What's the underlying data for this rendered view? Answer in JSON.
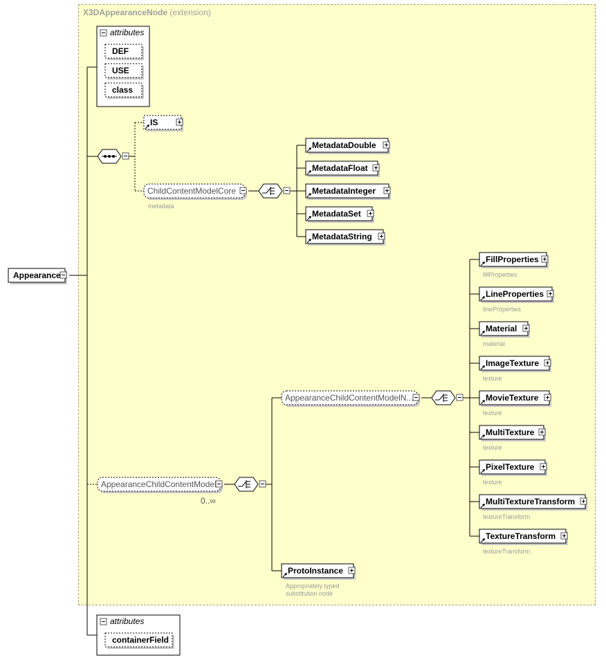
{
  "diagram": {
    "colors": {
      "extension_fill": "#ffffcc",
      "line": "#000000",
      "sublabel": "#9a9a9a",
      "box_fill": "#ffffff"
    },
    "extension": {
      "name": "X3DAppearanceNode",
      "suffix": "(extension)"
    },
    "root": {
      "name": "Appearance"
    },
    "attributes_top": {
      "title": "attributes",
      "items": [
        "DEF",
        "USE",
        "class"
      ]
    },
    "attributes_bottom": {
      "title": "attributes",
      "items": [
        "containerField"
      ]
    },
    "is_node": {
      "name": "IS"
    },
    "child_content_core": {
      "name": "ChildContentModelCore",
      "sublabel": "metadata"
    },
    "metadata_elements": [
      "MetadataDouble",
      "MetadataFloat",
      "MetadataInteger",
      "MetadataSet",
      "MetadataString"
    ],
    "appearance_child": {
      "name": "AppearanceChildContentModel",
      "cardinality": "0..∞"
    },
    "appearance_child_no": {
      "name": "AppearanceChildContentModelN..."
    },
    "proto_instance": {
      "name": "ProtoInstance",
      "sublabel_line1": "Appropriately typed",
      "sublabel_line2": "substitution node"
    },
    "appearance_elements": [
      {
        "name": "FillProperties",
        "sublabel": "fillProperties"
      },
      {
        "name": "LineProperties",
        "sublabel": "lineProperties"
      },
      {
        "name": "Material",
        "sublabel": "material"
      },
      {
        "name": "ImageTexture",
        "sublabel": "texture"
      },
      {
        "name": "MovieTexture",
        "sublabel": "texture"
      },
      {
        "name": "MultiTexture",
        "sublabel": "texture"
      },
      {
        "name": "PixelTexture",
        "sublabel": "texture"
      },
      {
        "name": "MultiTextureTransform",
        "sublabel": "textureTransform"
      },
      {
        "name": "TextureTransform",
        "sublabel": "textureTransform"
      }
    ]
  }
}
